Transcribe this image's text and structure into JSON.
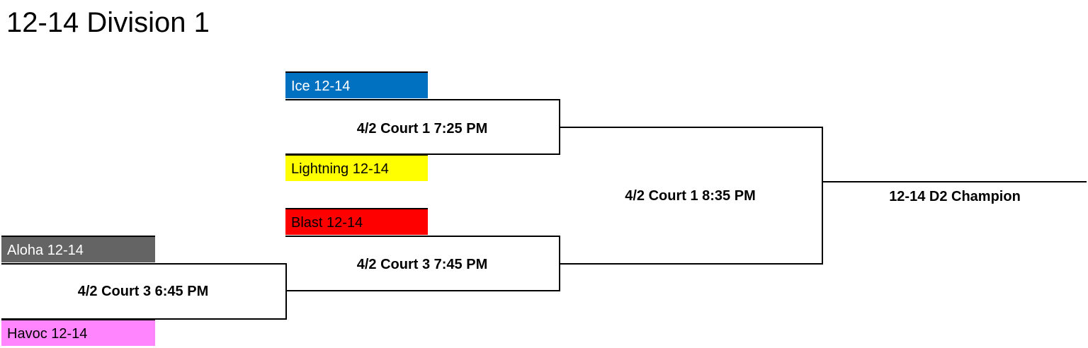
{
  "page": {
    "title": "12-14 Division 1"
  },
  "colors": {
    "ice": "#0070c0",
    "lightning": "#ffff00",
    "blast": "#ff0000",
    "aloha": "#646464",
    "havoc": "#ff85ff",
    "line": "#000000"
  },
  "teams": {
    "ice": "Ice 12-14",
    "lightning": "Lightning 12-14",
    "blast": "Blast 12-14",
    "aloha": "Aloha 12-14",
    "havoc": "Havoc 12-14"
  },
  "games": {
    "round1_aloha_havoc": "4/2 Court 3 6:45 PM",
    "semi_ice_lightning": "4/2 Court 1 7:25 PM",
    "semi_blast_winner": "4/2 Court 3 7:45 PM",
    "final": "4/2 Court 1 8:35 PM"
  },
  "champion": "12-14 D2 Champion"
}
